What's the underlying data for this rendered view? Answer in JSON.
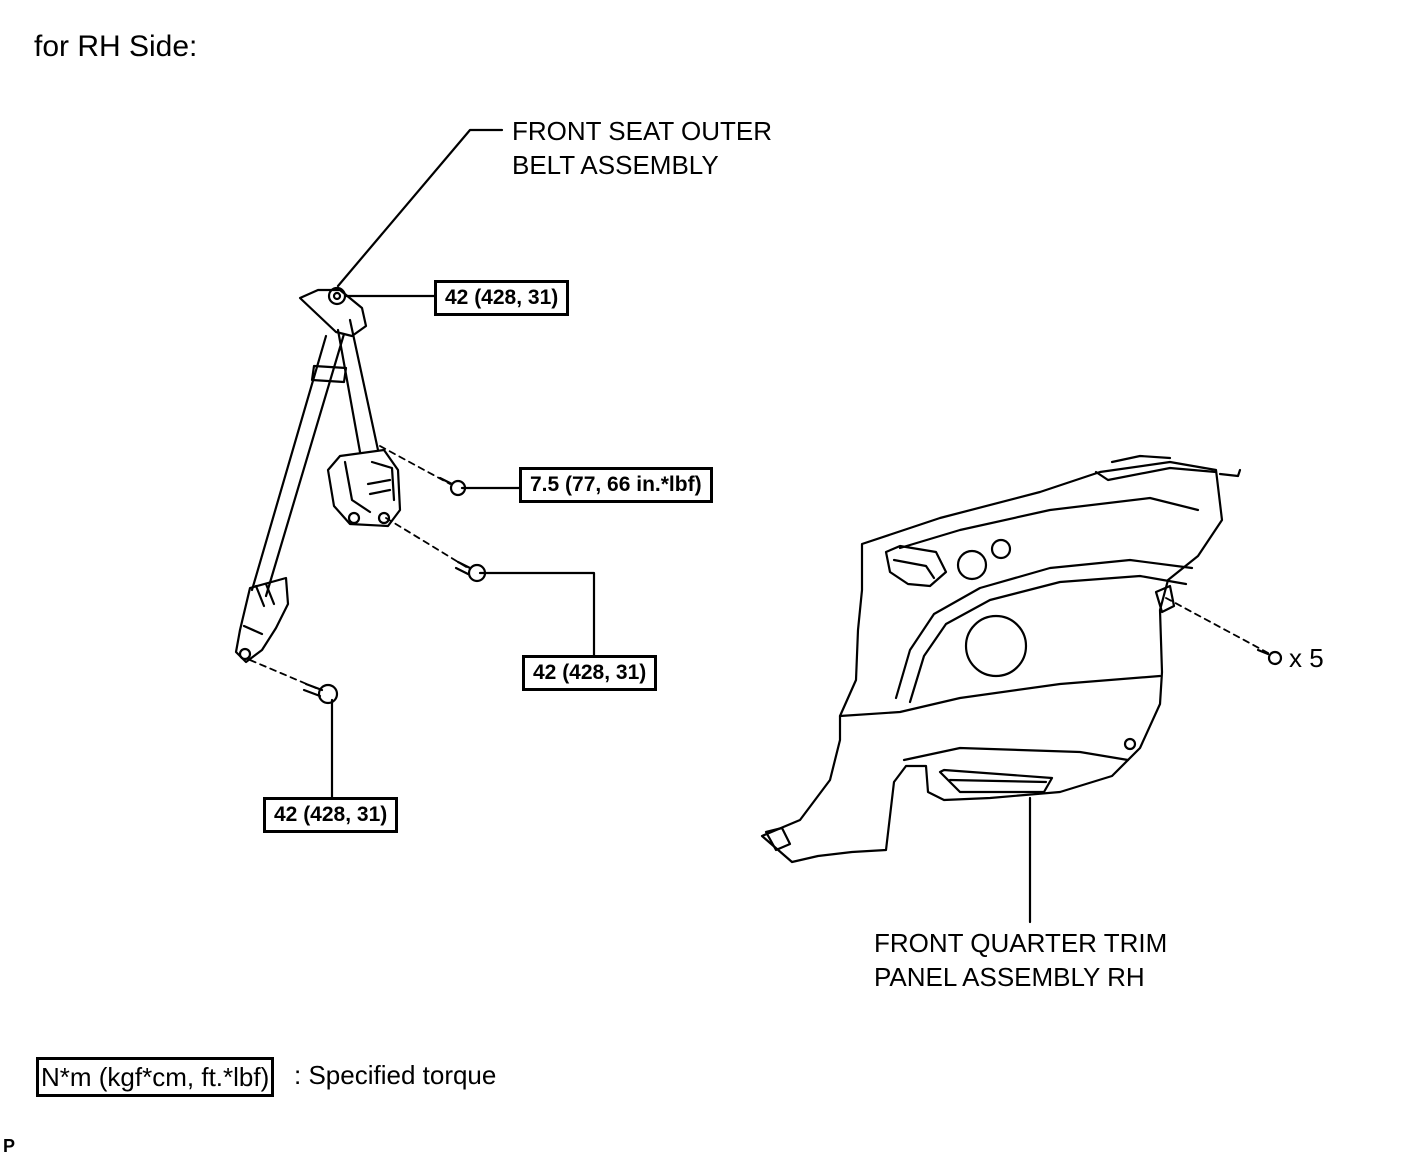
{
  "heading": "for RH Side:",
  "labels": {
    "belt_line1": "FRONT SEAT OUTER",
    "belt_line2": "BELT ASSEMBLY",
    "panel_line1": "FRONT QUARTER TRIM",
    "panel_line2": "PANEL ASSEMBLY RH"
  },
  "torques": {
    "upper_anchor": "42 (428, 31)",
    "retractor_small": "7.5 (77, 66 in.*lbf)",
    "retractor_bolt": "42 (428, 31)",
    "lower_anchor": "42 (428, 31)"
  },
  "clip_count": "x 5",
  "legend": {
    "unit": "N*m (kgf*cm, ft.*lbf)",
    "description": ": Specified torque"
  },
  "corner_mark": "P"
}
